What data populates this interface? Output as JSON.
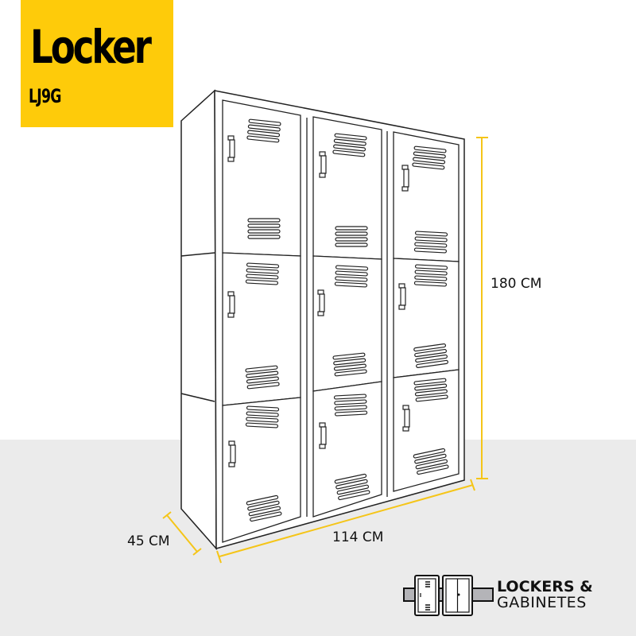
{
  "title": {
    "main": "Locker",
    "model": "LJ9G",
    "background_color": "#fecb0a"
  },
  "product": {
    "name": "Locker LJ9G",
    "columns": 3,
    "rows": 3,
    "doors": 9
  },
  "dimensions": {
    "height": "180 CM",
    "width": "114 CM",
    "depth": "45 CM",
    "line_color": "#f5c518"
  },
  "brand": {
    "line1": "LOCKERS &",
    "line2": "GABINETES"
  },
  "colors": {
    "floor": "#ebebeb",
    "background": "#ffffff",
    "outline": "#222222"
  }
}
